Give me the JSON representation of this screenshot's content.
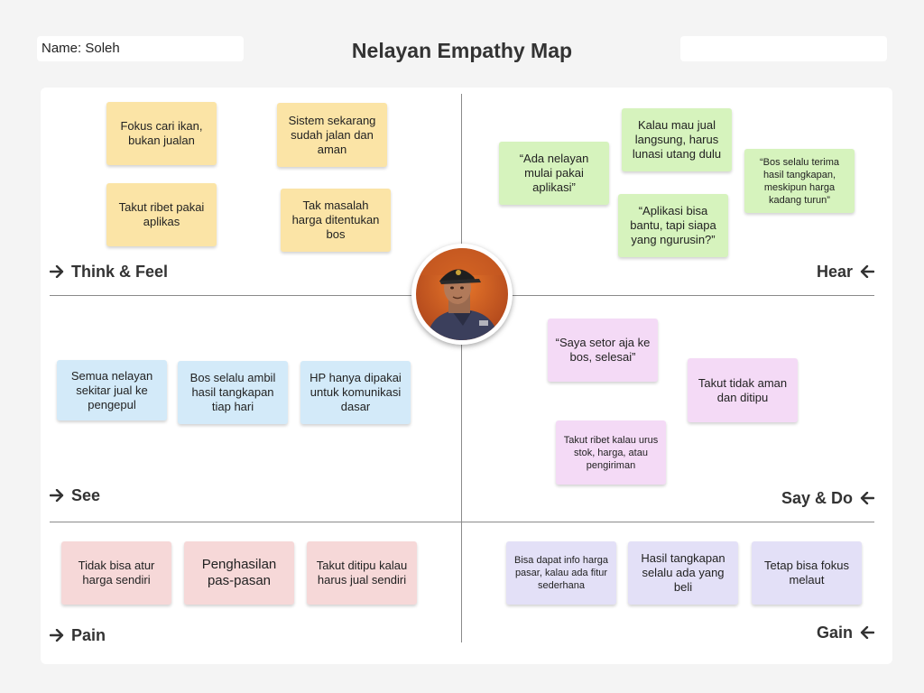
{
  "header": {
    "name_label": "Name: Soleh",
    "title": "Nelayan Empathy Map",
    "right_box_value": ""
  },
  "quadrants": {
    "think_feel": {
      "label": "Think & Feel",
      "arrow": "arrow-right-icon",
      "notes": [
        "Fokus cari ikan, bukan jualan",
        "Sistem sekarang sudah jalan dan aman",
        "Takut ribet pakai aplikas",
        "Tak masalah harga ditentukan bos"
      ]
    },
    "hear": {
      "label": "Hear",
      "arrow": "arrow-left-icon",
      "notes": [
        "“Ada nelayan mulai pakai aplikasi”",
        "Kalau mau jual langsung, harus lunasi utang dulu",
        "“Aplikasi bisa bantu, tapi siapa yang ngurusin?”",
        "“Bos selalu terima hasil tangkapan, meskipun harga kadang turun”"
      ]
    },
    "see": {
      "label": "See",
      "arrow": "arrow-right-icon",
      "notes": [
        "Semua nelayan sekitar jual ke pengepul",
        "Bos selalu ambil hasil tangkapan tiap hari",
        "HP hanya dipakai untuk komunikasi dasar"
      ]
    },
    "say_do": {
      "label": "Say & Do",
      "arrow": "arrow-left-icon",
      "notes": [
        "“Saya setor aja ke bos, selesai”",
        "Takut tidak aman dan ditipu",
        "Takut ribet kalau urus stok, harga, atau pengiriman"
      ]
    },
    "pain": {
      "label": "Pain",
      "arrow": "arrow-right-icon",
      "notes": [
        "Tidak bisa atur harga sendiri",
        "Penghasilan pas-pasan",
        "Takut ditipu kalau harus jual sendiri"
      ]
    },
    "gain": {
      "label": "Gain",
      "arrow": "arrow-left-icon",
      "notes": [
        "Bisa dapat info harga pasar, kalau ada fitur sederhana",
        "Hasil tangkapan selalu ada yang beli",
        "Tetap bisa fokus melaut"
      ]
    }
  },
  "colors": {
    "think_feel": "#fbe4a6",
    "hear": "#d6f3bd",
    "see": "#d3eaf9",
    "say_do": "#f4daf6",
    "pain": "#f6d8d8",
    "gain": "#e3e0f7",
    "divider": "#8a8a8a"
  },
  "avatar": {
    "icon": "fisherman-portrait"
  }
}
